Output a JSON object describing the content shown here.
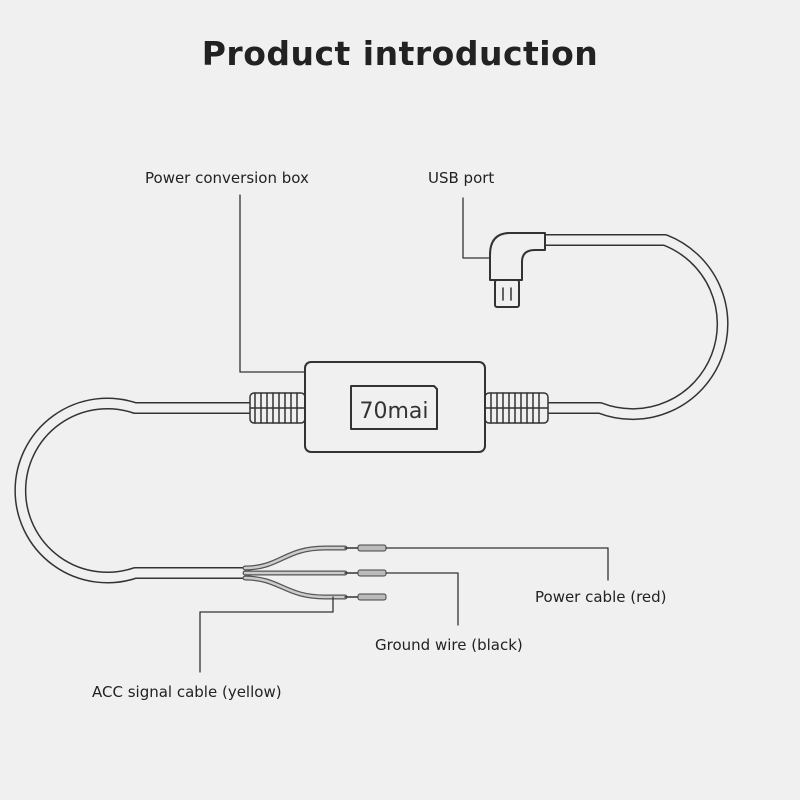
{
  "title": "Product introduction",
  "brand_logo": "70mai",
  "labels": {
    "power_box": "Power conversion box",
    "usb_port": "USB port",
    "power_cable": "Power cable (red)",
    "ground_wire": "Ground wire (black)",
    "acc_cable": "ACC signal cable (yellow)"
  },
  "colors": {
    "background": "#f0f0f0",
    "line": "#333333"
  }
}
